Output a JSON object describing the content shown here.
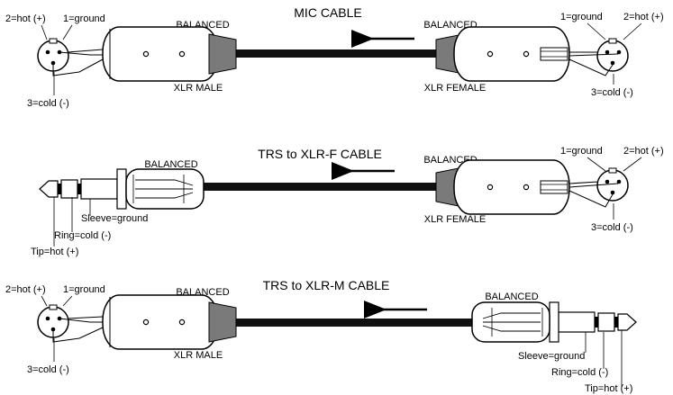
{
  "sections": [
    {
      "title": "MIC CABLE",
      "left_balanced": "BALANCED",
      "right_balanced": "BALANCED",
      "left_connector": "XLR MALE",
      "right_connector": "XLR FEMALE",
      "left_pin_hot": "2=hot (+)",
      "left_pin_ground": "1=ground",
      "left_pin_cold": "3=cold (-)",
      "right_pin_ground": "1=ground",
      "right_pin_hot": "2=hot (+)",
      "right_pin_cold": "3=cold (-)"
    },
    {
      "title": "TRS to XLR-F CABLE",
      "left_balanced": "BALANCED",
      "right_balanced": "BALANCED",
      "right_connector": "XLR FEMALE",
      "trs_sleeve": "Sleeve=ground",
      "trs_ring": "Ring=cold (-)",
      "trs_tip": "Tip=hot (+)",
      "right_pin_ground": "1=ground",
      "right_pin_hot": "2=hot (+)",
      "right_pin_cold": "3=cold (-)"
    },
    {
      "title": "TRS to XLR-M CABLE",
      "left_balanced": "BALANCED",
      "right_balanced": "BALANCED",
      "left_connector": "XLR MALE",
      "left_pin_hot": "2=hot (+)",
      "left_pin_ground": "1=ground",
      "left_pin_cold": "3=cold (-)",
      "trs_sleeve": "Sleeve=ground",
      "trs_ring": "Ring=cold (-)",
      "trs_tip": "Tip=hot (+)"
    }
  ],
  "pin_numbers": [
    "1",
    "2",
    "3"
  ],
  "colors": {
    "ink": "#000000",
    "boot": "#7a7a7a",
    "cable": "#111111"
  }
}
